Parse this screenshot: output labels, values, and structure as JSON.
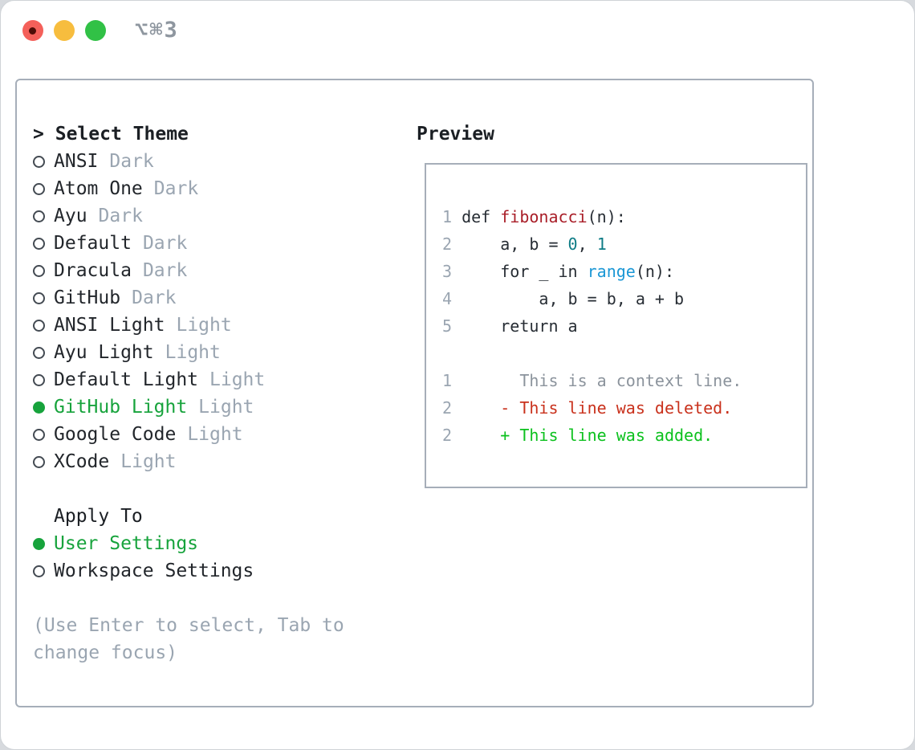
{
  "titlebar": {
    "title": "⌥⌘3",
    "buttons": [
      "close",
      "minimize",
      "zoom"
    ]
  },
  "theme_list": {
    "prompt": ">",
    "title": "Select Theme",
    "items": [
      {
        "label": "ANSI",
        "variant": "Dark",
        "selected": false
      },
      {
        "label": "Atom One",
        "variant": "Dark",
        "selected": false
      },
      {
        "label": "Ayu",
        "variant": "Dark",
        "selected": false
      },
      {
        "label": "Default",
        "variant": "Dark",
        "selected": false
      },
      {
        "label": "Dracula",
        "variant": "Dark",
        "selected": false
      },
      {
        "label": "GitHub",
        "variant": "Dark",
        "selected": false
      },
      {
        "label": "ANSI Light",
        "variant": "Light",
        "selected": false
      },
      {
        "label": "Ayu Light",
        "variant": "Light",
        "selected": false
      },
      {
        "label": "Default Light",
        "variant": "Light",
        "selected": false
      },
      {
        "label": "GitHub Light",
        "variant": "Light",
        "selected": true
      },
      {
        "label": "Google Code",
        "variant": "Light",
        "selected": false
      },
      {
        "label": "XCode",
        "variant": "Light",
        "selected": false
      }
    ]
  },
  "apply_to": {
    "title": "Apply To",
    "options": [
      {
        "label": "User Settings",
        "selected": true
      },
      {
        "label": "Workspace Settings",
        "selected": false
      }
    ]
  },
  "help_text": "(Use Enter to select, Tab to change focus)",
  "preview": {
    "title": "Preview",
    "code_lines": [
      [
        {
          "t": "1",
          "c": "lineno"
        },
        {
          "t": " def ",
          "c": "plain"
        },
        {
          "t": "fibonacci",
          "c": "fn"
        },
        {
          "t": "(n):",
          "c": "plain"
        }
      ],
      [
        {
          "t": "2",
          "c": "lineno"
        },
        {
          "t": "     a, b = ",
          "c": "plain"
        },
        {
          "t": "0",
          "c": "numlit"
        },
        {
          "t": ", ",
          "c": "plain"
        },
        {
          "t": "1",
          "c": "numlit"
        }
      ],
      [
        {
          "t": "3",
          "c": "lineno"
        },
        {
          "t": "     for _ in ",
          "c": "plain"
        },
        {
          "t": "range",
          "c": "builtin"
        },
        {
          "t": "(n):",
          "c": "plain"
        }
      ],
      [
        {
          "t": "4",
          "c": "lineno"
        },
        {
          "t": "         a, b = b, a + b",
          "c": "plain"
        }
      ],
      [
        {
          "t": "5",
          "c": "lineno"
        },
        {
          "t": "     return a",
          "c": "plain"
        }
      ],
      [],
      [
        {
          "t": "1",
          "c": "lineno"
        },
        {
          "t": "       This is a context line.",
          "c": "context"
        }
      ],
      [
        {
          "t": "2",
          "c": "lineno"
        },
        {
          "t": "     - This line was deleted.",
          "c": "del"
        }
      ],
      [
        {
          "t": "2",
          "c": "lineno"
        },
        {
          "t": "     + This line was added.",
          "c": "add"
        }
      ]
    ]
  },
  "colors": {
    "selected_green": "#17a33c",
    "diff_added_green": "#0cc11e",
    "diff_deleted_red": "#c9311c",
    "function_red": "#a91e28",
    "number_teal": "#0e7c86",
    "builtin_blue": "#1b97d5",
    "muted_gray": "#9aa5b1",
    "text_dark": "#22262b",
    "border_gray": "#a6aeb9",
    "traffic_red": "#f4605a",
    "traffic_yellow": "#f7bd3e",
    "traffic_green": "#31c146"
  }
}
